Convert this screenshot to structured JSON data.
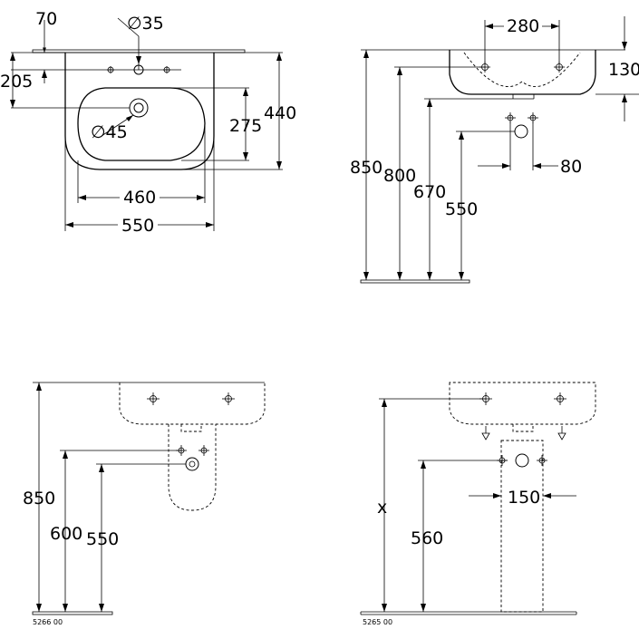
{
  "views": {
    "top": {
      "dims": {
        "d70": "70",
        "d205": "205",
        "d35": "∅35",
        "d45": "∅45",
        "d275": "275",
        "d440": "440",
        "d460": "460",
        "d550": "550"
      }
    },
    "side_top": {
      "dims": {
        "d280": "280",
        "d130": "130",
        "d850": "850",
        "d800": "800",
        "d670": "670",
        "d550": "550",
        "d80": "80"
      }
    },
    "half_pedestal": {
      "dims": {
        "d850": "850",
        "d600": "600",
        "d550": "550"
      },
      "code": "5266 00"
    },
    "full_pedestal": {
      "dims": {
        "dx": "x",
        "d560": "560",
        "d150": "150"
      },
      "code": "5265 00"
    }
  }
}
